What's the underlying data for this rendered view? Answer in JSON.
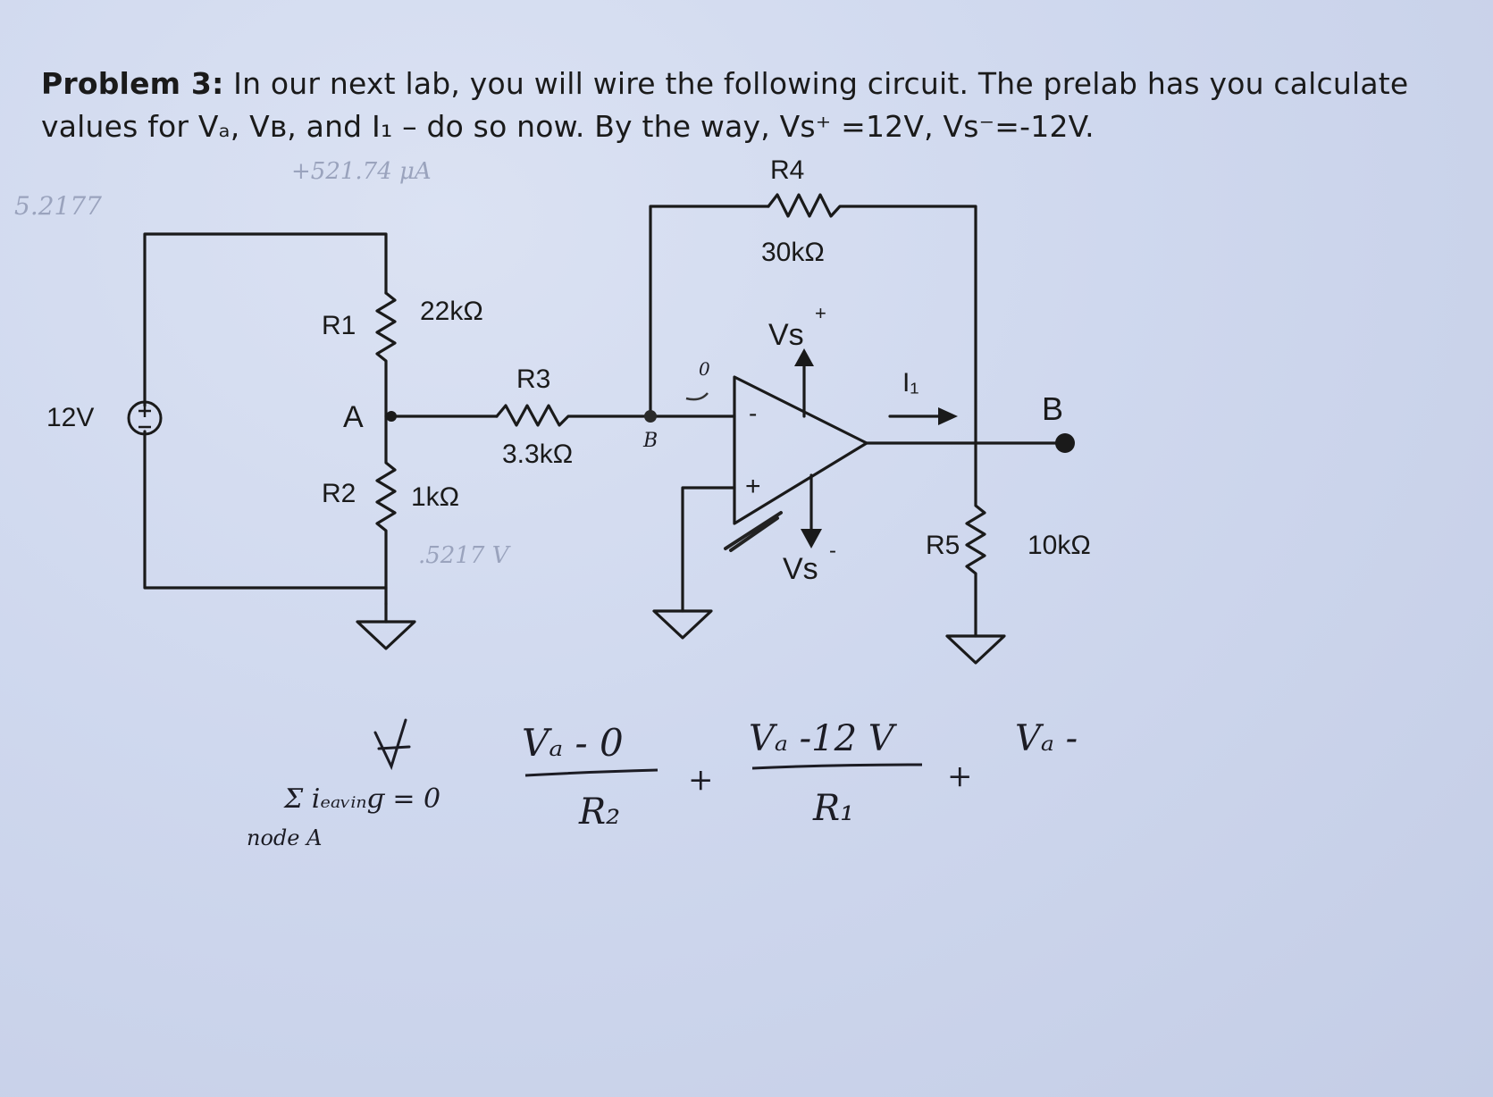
{
  "problem": {
    "heading": "Problem 3:",
    "line1": " In our next lab, you will wire the following circuit. The prelab has you calculate",
    "line2": "values for Vₐ, Vʙ, and I₁ – do so now. By the way, Vs⁺ =12V, Vs⁻=-12V."
  },
  "circuit": {
    "source": "12V",
    "r1": {
      "name": "R1",
      "value": "22kΩ"
    },
    "r2": {
      "name": "R2",
      "value": "1kΩ"
    },
    "r3": {
      "name": "R3",
      "value": "3.3kΩ"
    },
    "r4": {
      "name": "R4",
      "value": "30kΩ"
    },
    "r5": {
      "name": "R5",
      "value": "10kΩ"
    },
    "node_a": "A",
    "node_b": "B",
    "current": "I₁",
    "vs_plus": "Vs",
    "vs_plus_sup": "+",
    "vs_minus": "Vs",
    "vs_minus_sup": "-",
    "opamp_minus": "-",
    "opamp_plus": "+"
  },
  "handwriting": {
    "node_b_mark": "B",
    "zero_mark": "0",
    "sum_rule": "Σ iₑₐᵥᵢₙɡ = 0",
    "node_label": "node A",
    "eq1_num": "Vₐ - 0",
    "eq1_den": "R₂",
    "plus1": "+",
    "eq2_num": "Vₐ -12 V",
    "eq2_den": "R₁",
    "plus2": "+",
    "eq3_num": "Vₐ -",
    "faint_top": "5.2177",
    "faint_mid": "+521.74 μA",
    "faint_r2": ".5217 V"
  }
}
